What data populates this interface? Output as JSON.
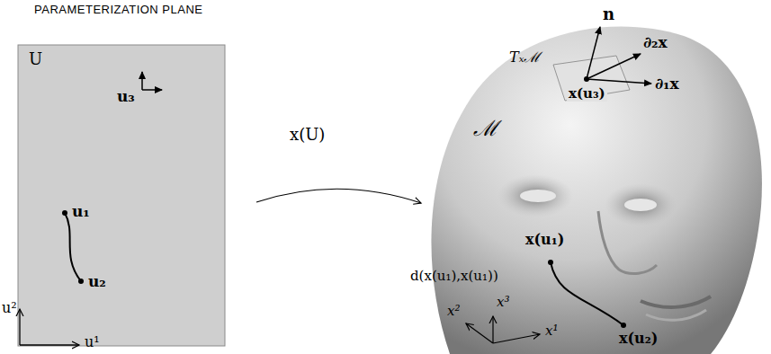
{
  "diagram": {
    "nodes": [
      {
        "text": [
          "PARAMETERIZATION PLANE",
          "U"
        ]
      }
    ],
    "labels": [
      "u₃",
      "u₁",
      "u₂",
      "u²",
      "u¹",
      "x(U)",
      "n",
      "∂₂x",
      "Tₓℳ",
      "∂₁x",
      "x(u₃)",
      "ℳ",
      "x(u₁)",
      "d(x(u₁),x(u₁))",
      "x(u₂)",
      "x²",
      "x³",
      "x¹"
    ]
  }
}
